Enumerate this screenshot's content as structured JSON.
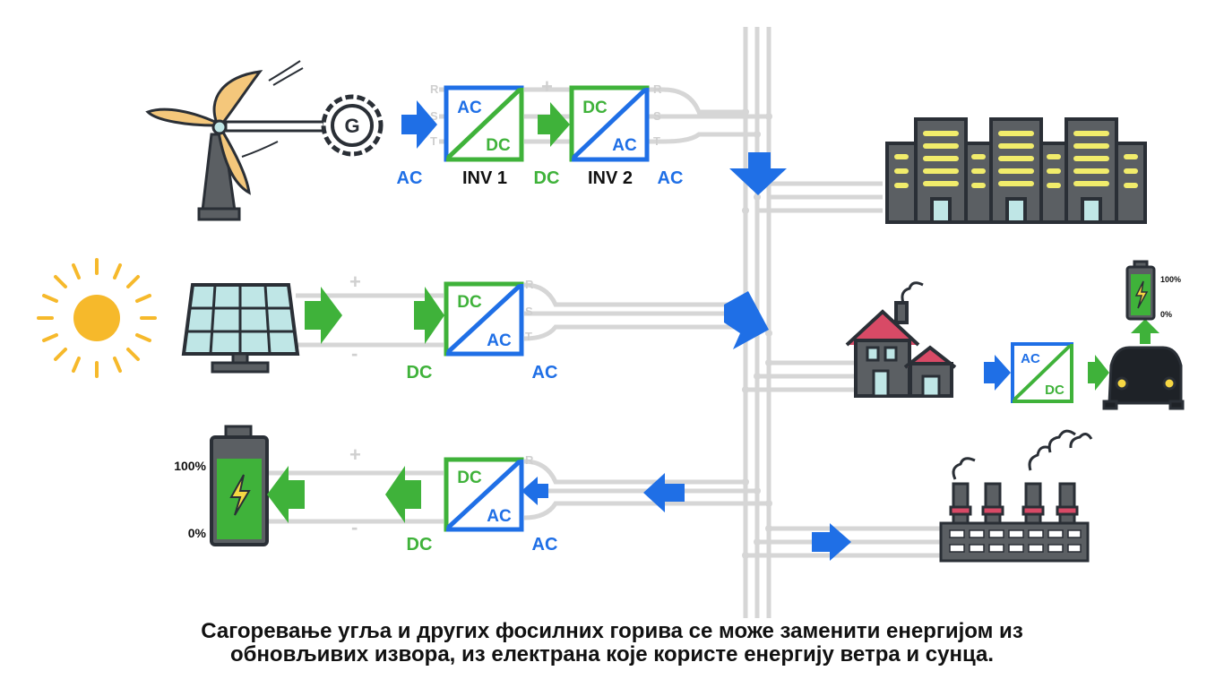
{
  "labels": {
    "ac": "AC",
    "dc": "DC",
    "inv1": "INV 1",
    "inv2": "INV 2",
    "phase_r": "R",
    "phase_s": "S",
    "phase_t": "T",
    "plus": "+",
    "minus": "-",
    "generator": "G",
    "battery_full": "100%",
    "battery_empty": "0%"
  },
  "caption": {
    "line1": "Сагоревање угља и других фосилних горива се може заменити енергијом из",
    "line2": "обновљивих извора, из електрана које користе енергију ветра и сунца."
  },
  "colors": {
    "ac": "#1f6fe6",
    "dc": "#3fb23a",
    "wire": "#d6d6d6",
    "sun": "#f6b92b",
    "outline": "#2a2f36"
  },
  "icons": [
    "wind-turbine-icon",
    "generator-icon",
    "solar-panel-icon",
    "sun-icon",
    "battery-icon",
    "building-icon",
    "house-icon",
    "electric-car-icon",
    "factory-icon"
  ]
}
